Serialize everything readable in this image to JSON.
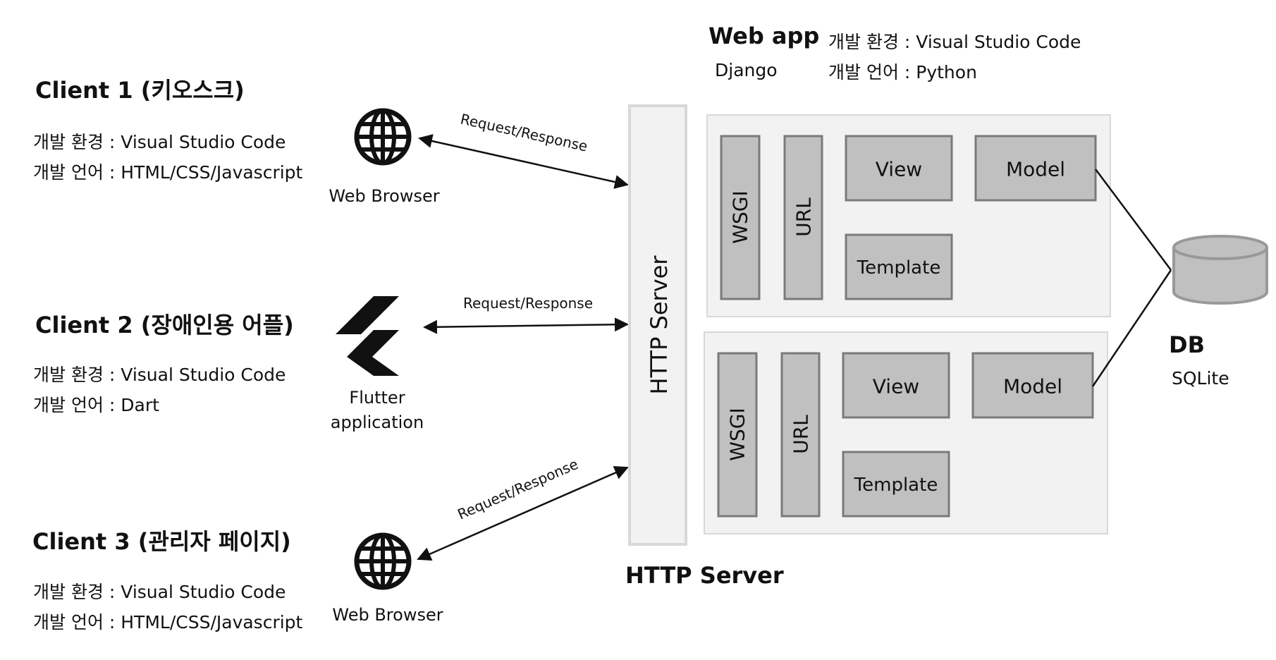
{
  "clients": [
    {
      "title": "Client 1 (키오스크)",
      "env_line": "개발 환경 : Visual Studio Code",
      "lang_line": "개발 언어 : HTML/CSS/Javascript"
    },
    {
      "title": "Client 2 (장애인용 어플)",
      "env_line": "개발 환경 : Visual Studio Code",
      "lang_line": "개발 언어 : Dart"
    },
    {
      "title": "Client 3 (관리자 페이지)",
      "env_line": "개발 환경 : Visual Studio Code",
      "lang_line": "개발 언어 : HTML/CSS/Javascript"
    }
  ],
  "client_apps": {
    "browser_1": "Web Browser",
    "flutter_line1": "Flutter",
    "flutter_line2": "application",
    "browser_3": "Web Browser"
  },
  "connections": {
    "label_1": "Request/Response",
    "label_2": "Request/Response",
    "label_3": "Request/Response"
  },
  "http_server": {
    "vertical_label": "HTTP Server",
    "caption": "HTTP Server"
  },
  "webapp": {
    "title": "Web app",
    "framework": "Django",
    "env_line": "개발 환경 : Visual Studio Code",
    "lang_line": "개발 언어 : Python"
  },
  "instances": [
    {
      "wsgi": "WSGI",
      "url": "URL",
      "view": "View",
      "model": "Model",
      "template": "Template"
    },
    {
      "wsgi": "WSGI",
      "url": "URL",
      "view": "View",
      "model": "Model",
      "template": "Template"
    }
  ],
  "db": {
    "title": "DB",
    "engine": "SQLite"
  },
  "colors": {
    "component_fill": "#c0c0c0",
    "component_border": "#7a7a7a",
    "container_fill": "#f2f2f2",
    "container_border": "#d8d8d8",
    "line": "#111111"
  }
}
